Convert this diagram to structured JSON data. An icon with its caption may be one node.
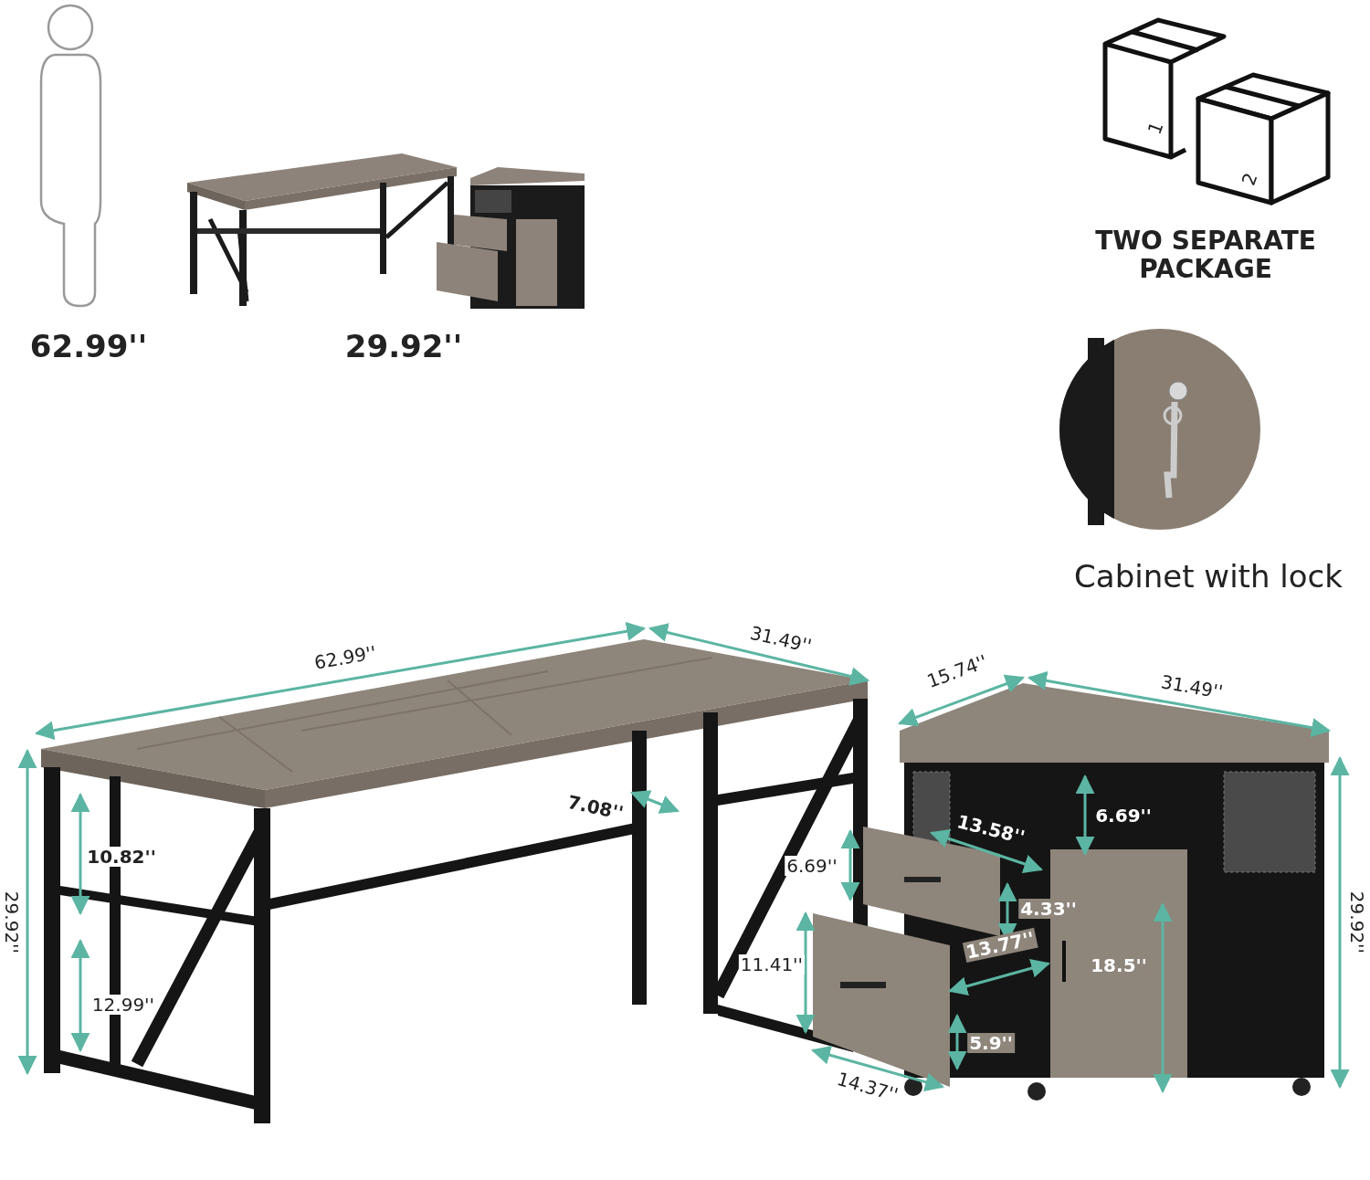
{
  "diagram": {
    "labels": [
      "62.99''",
      "29.92''",
      "1",
      "2",
      "TWO SEPARATE PACKAGE",
      "Cabinet with lock",
      "62.99''",
      "31.49''",
      "15.74''",
      "31.49''",
      "7.08''",
      "10.82''",
      "29.92''",
      "12.99''",
      "6.69''",
      "13.58''",
      "6.69''",
      "4.33''",
      "29.92''",
      "11.41''",
      "13.77''",
      "18.5''",
      "5.9''",
      "14.37''"
    ]
  }
}
